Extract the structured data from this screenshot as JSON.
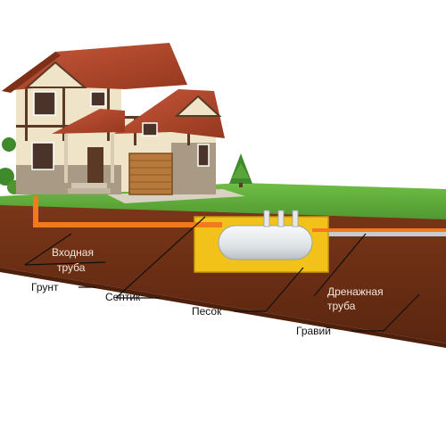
{
  "diagram": {
    "labels": {
      "inlet_pipe_line1": "Входная",
      "inlet_pipe_line2": "труба",
      "soil": "Грунт",
      "septic": "Септик",
      "sand": "Песок",
      "drain_pipe_line1": "Дренажная",
      "drain_pipe_line2": "труба",
      "gravel": "Гравий"
    },
    "colors": {
      "soil": "#6b2f14",
      "soil_dark": "#4e200c",
      "grass": "#5aa43a",
      "pipe": "#f07a1e",
      "sand": "#f2c21a",
      "tank": "#e9ecef",
      "house_wall": "#efe3c8",
      "roof": "#b5492b",
      "stone": "#a89a85",
      "timber": "#5a3a26"
    }
  }
}
